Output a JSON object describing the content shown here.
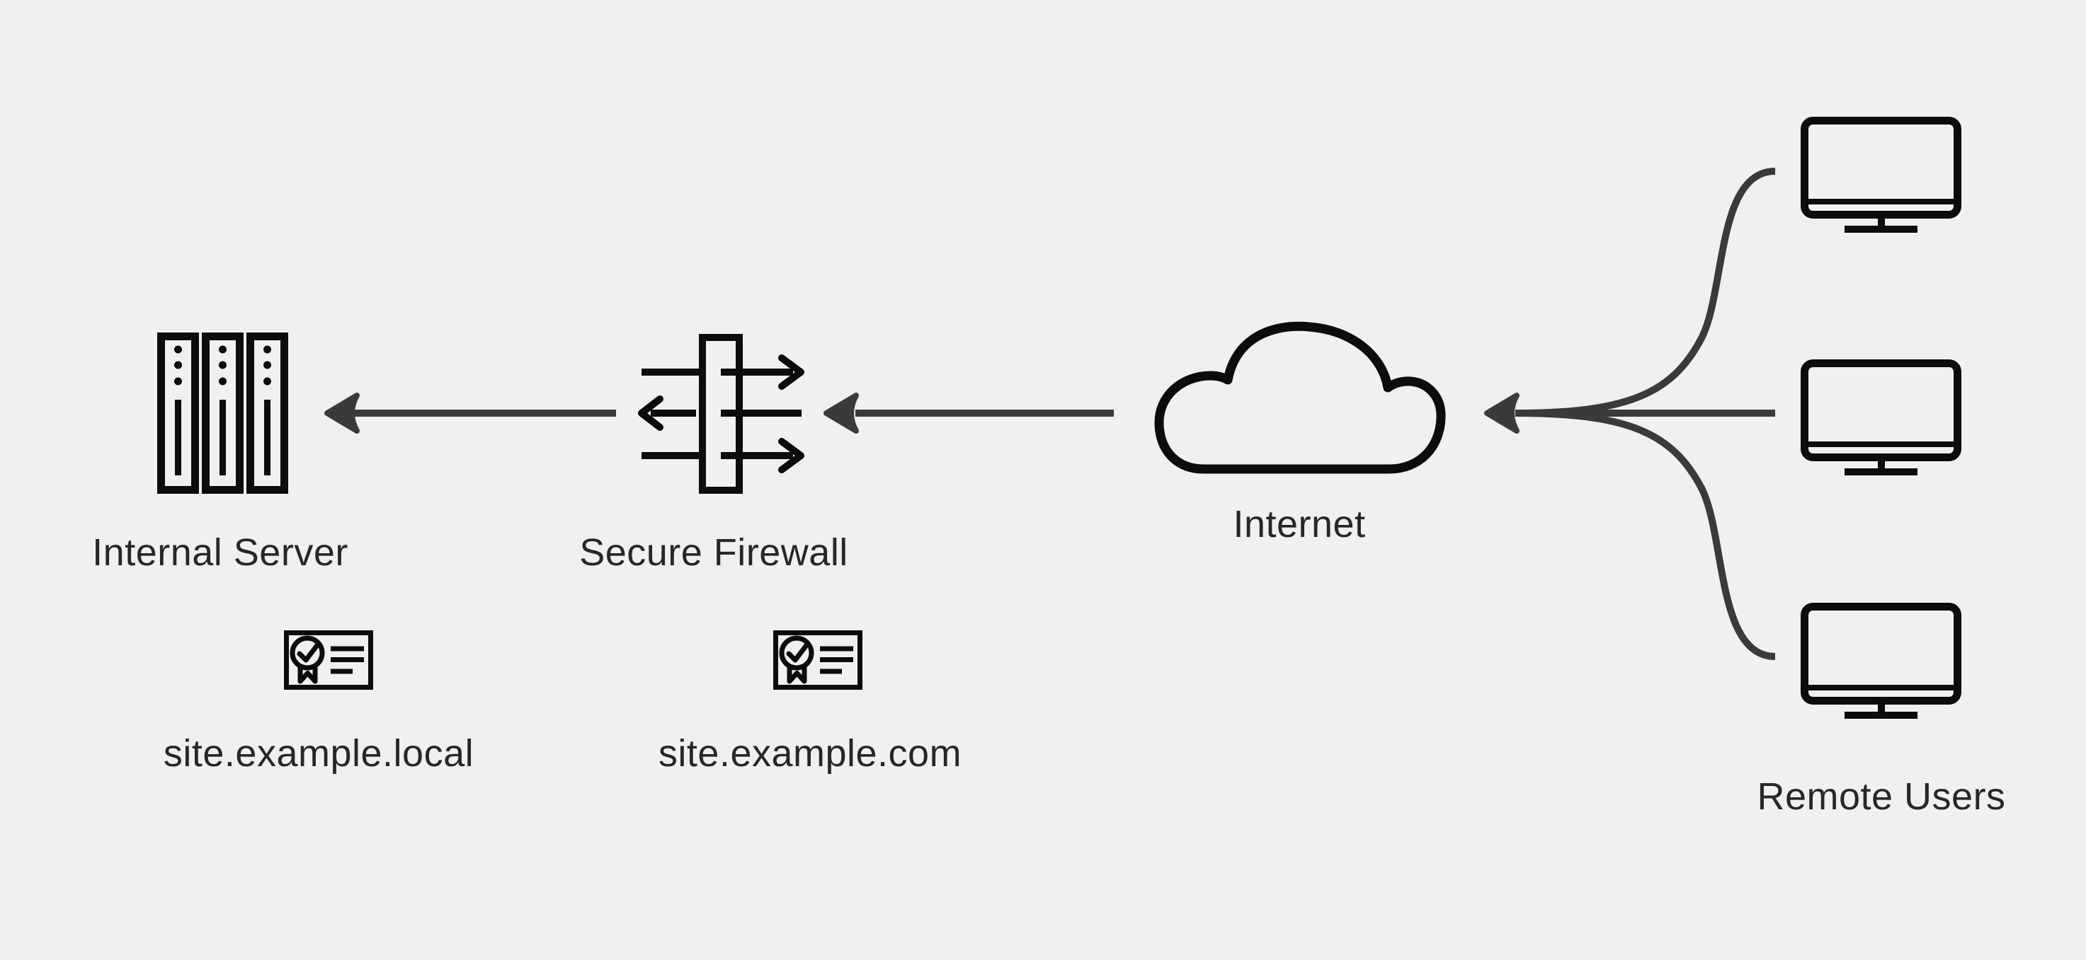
{
  "diagram": {
    "nodes": {
      "internal_server": {
        "label": "Internal Server",
        "domain": "site.example.local",
        "icon": "server-rack-icon",
        "certificate_icon": "certificate-icon"
      },
      "secure_firewall": {
        "label": "Secure Firewall",
        "domain": "site.example.com",
        "icon": "firewall-icon",
        "certificate_icon": "certificate-icon"
      },
      "internet": {
        "label": "Internet",
        "icon": "cloud-icon"
      },
      "remote_users": {
        "label": "Remote Users",
        "icon": "monitor-icon",
        "monitor_count": 3
      }
    },
    "edges": [
      {
        "from": "remote_users",
        "to": "internet",
        "arrow": "points-left"
      },
      {
        "from": "internet",
        "to": "secure_firewall",
        "arrow": "points-left"
      },
      {
        "from": "secure_firewall",
        "to": "internal_server",
        "arrow": "points-left"
      }
    ]
  },
  "colors": {
    "bg_color": "#f0f0ef",
    "icon_color": "#0c0c0c",
    "arrow_color": "#3a3a3c",
    "text_color": "#272727"
  }
}
